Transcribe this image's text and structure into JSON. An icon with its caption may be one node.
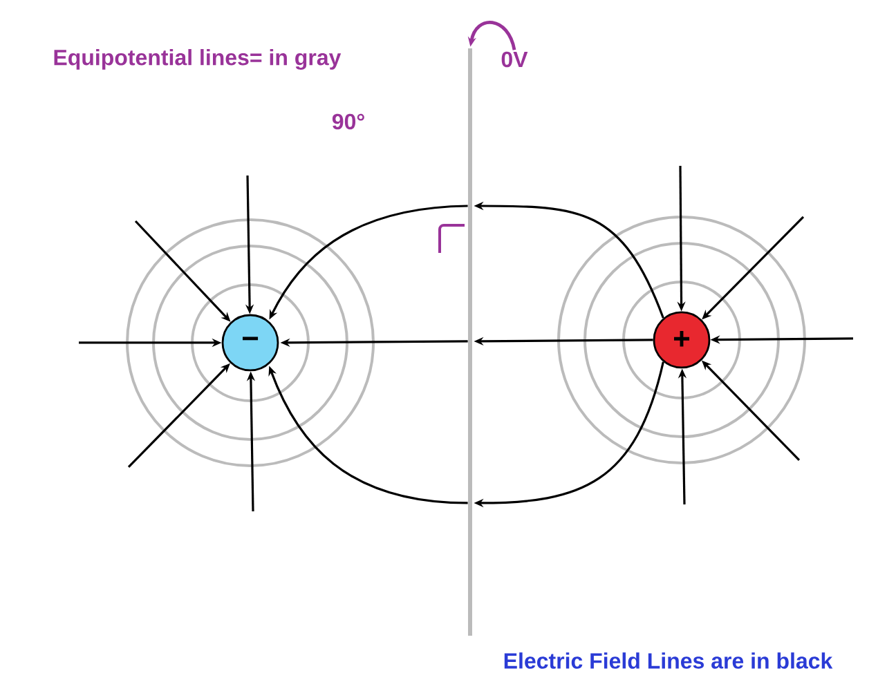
{
  "diagram": {
    "nodes": [
      {
        "text": [
          "−"
        ]
      },
      {
        "text": [
          "+"
        ]
      },
      {
        "text": [
          "0V"
        ]
      },
      {
        "text": [],
        "shape": "line"
      }
    ],
    "edges": [
      {
        "from": 1,
        "to": 3,
        "arrow": "to"
      },
      {
        "from": 1,
        "to": 3,
        "arrow": "to"
      },
      {
        "from": 1,
        "to": 3,
        "arrow": "to"
      },
      {
        "from": 3,
        "to": 0,
        "arrow": "to"
      },
      {
        "from": 3,
        "to": 0,
        "arrow": "to"
      },
      {
        "from": 3,
        "to": 0,
        "arrow": "to"
      },
      {
        "from": null,
        "to": 0,
        "arrow": "to"
      },
      {
        "from": null,
        "to": 0,
        "arrow": "to"
      },
      {
        "from": null,
        "to": 0,
        "arrow": "to"
      },
      {
        "from": null,
        "to": 0,
        "arrow": "to"
      },
      {
        "from": null,
        "to": 0,
        "arrow": "to"
      },
      {
        "from": null,
        "to": 1,
        "arrow": "to"
      },
      {
        "from": null,
        "to": 1,
        "arrow": "to"
      },
      {
        "from": null,
        "to": 1,
        "arrow": "to"
      },
      {
        "from": null,
        "to": 1,
        "arrow": "to"
      },
      {
        "from": null,
        "to": 1,
        "arrow": "to"
      },
      {
        "from": 2,
        "to": 3,
        "arrow": "to",
        "color": "#993399"
      }
    ],
    "labels": [
      "Equipotential lines= in gray",
      "90°",
      "Electric Field Lines are in black"
    ]
  }
}
